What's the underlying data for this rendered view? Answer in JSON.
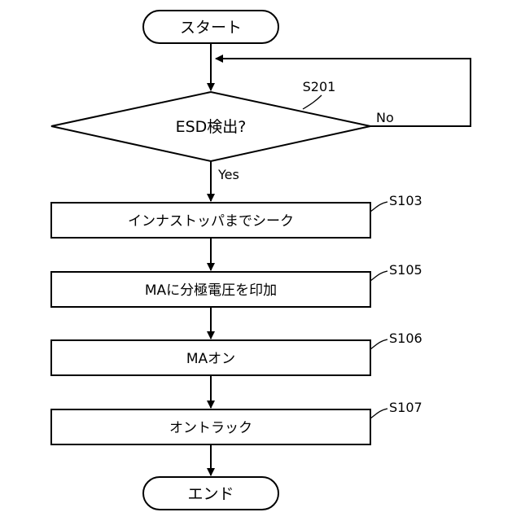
{
  "flowchart": {
    "start": "スタート",
    "decision": "ESD検出?",
    "decision_step": "S201",
    "branch_yes": "Yes",
    "branch_no": "No",
    "process_1": "インナストッパまでシーク",
    "process_1_step": "S103",
    "process_2": "MAに分極電圧を印加",
    "process_2_step": "S105",
    "process_3": "MAオン",
    "process_3_step": "S106",
    "process_4": "オントラック",
    "process_4_step": "S107",
    "end": "エンド"
  }
}
